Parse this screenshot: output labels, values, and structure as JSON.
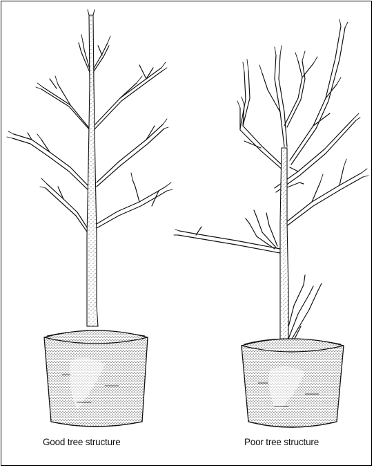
{
  "figure": {
    "left_caption": "Good tree structure",
    "right_caption": "Poor tree structure"
  },
  "icons": {
    "left_illustration": "potted-tree-good-structure",
    "right_illustration": "potted-tree-poor-structure"
  },
  "colors": {
    "ink": "#111111",
    "background": "#ffffff"
  }
}
